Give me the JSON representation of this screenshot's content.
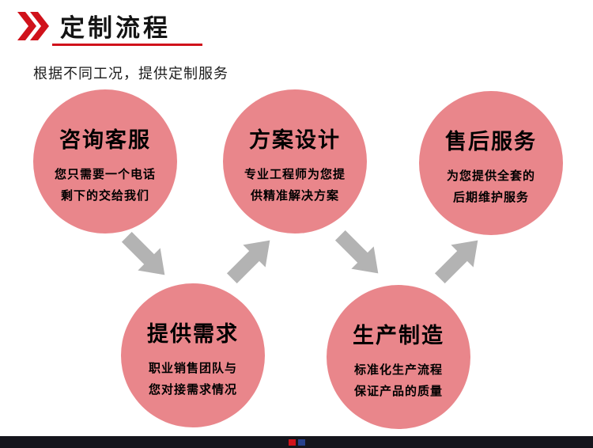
{
  "header": {
    "title": "定制流程",
    "subtitle": "根据不同工况，提供定制服务"
  },
  "steps": [
    {
      "title": "咨询客服",
      "line1": "您只需要一个电话",
      "line2": "剩下的交给我们"
    },
    {
      "title": "提供需求",
      "line1": "职业销售团队与",
      "line2": "您对接需求情况"
    },
    {
      "title": "方案设计",
      "line1": "专业工程师为您提",
      "line2": "供精准解决方案"
    },
    {
      "title": "生产制造",
      "line1": "标准化生产流程",
      "line2": "保证产品的质量"
    },
    {
      "title": "售后服务",
      "line1": "为您提供全套的",
      "line2": "后期维护服务"
    }
  ],
  "colors": {
    "accent_red": "#d0121b",
    "circle_pink": "#e9868b",
    "arrow_gray": "#b3b3b3",
    "footer_dark": "#15151c"
  }
}
